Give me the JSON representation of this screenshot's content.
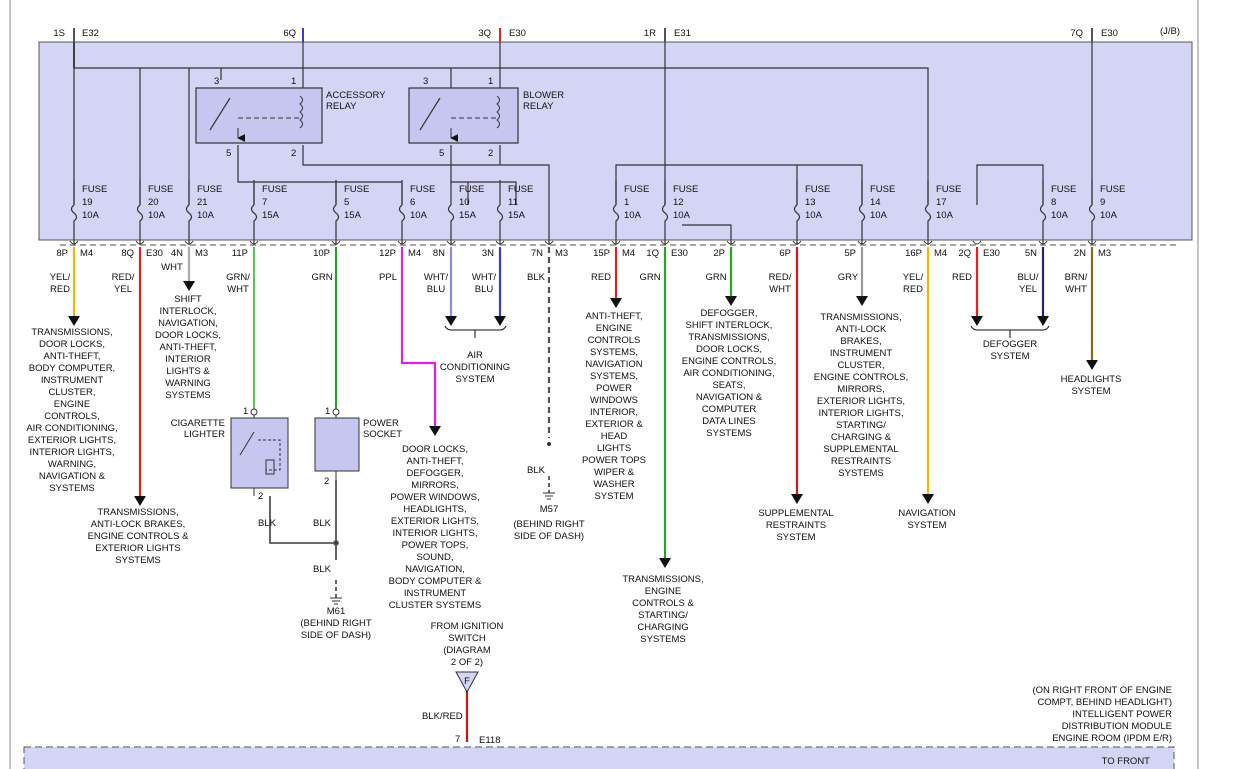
{
  "colors": {
    "box_fill": "#d4d4f4",
    "box_stroke": "#555555",
    "yel_red": "#f4b400",
    "red": "#e8201c",
    "grn": "#2ca02c",
    "blu": "#3a3ad8",
    "ppl": "#e020e0",
    "blk": "#555555",
    "gry": "#9a9a9a",
    "brn": "#8b6914",
    "blk_red": "#c81818",
    "red_wht": "#d81818"
  },
  "jb": "(J/B)",
  "top_pins": [
    {
      "pin": "1S",
      "conn": "E32"
    },
    {
      "pin": "6Q",
      "conn": ""
    },
    {
      "pin": "3Q",
      "conn": "E30"
    },
    {
      "pin": "1R",
      "conn": "E31"
    },
    {
      "pin": "7Q",
      "conn": "E30"
    }
  ],
  "relays": [
    {
      "name": "ACCESSORY",
      "name2": "RELAY",
      "p3": "3",
      "p1": "1",
      "p5": "5",
      "p2": "2"
    },
    {
      "name": "BLOWER",
      "name2": "RELAY",
      "p3": "3",
      "p1": "1",
      "p5": "5",
      "p2": "2"
    }
  ],
  "fuses": [
    {
      "label": "FUSE",
      "num": "19",
      "amp": "10A"
    },
    {
      "label": "FUSE",
      "num": "20",
      "amp": "10A"
    },
    {
      "label": "FUSE",
      "num": "21",
      "amp": "10A"
    },
    {
      "label": "FUSE",
      "num": "7",
      "amp": "15A"
    },
    {
      "label": "FUSE",
      "num": "5",
      "amp": "15A"
    },
    {
      "label": "FUSE",
      "num": "6",
      "amp": "10A"
    },
    {
      "label": "FUSE",
      "num": "10",
      "amp": "15A"
    },
    {
      "label": "FUSE",
      "num": "11",
      "amp": "15A"
    },
    {
      "label": "FUSE",
      "num": "1",
      "amp": "10A"
    },
    {
      "label": "FUSE",
      "num": "12",
      "amp": "10A"
    },
    {
      "label": "FUSE",
      "num": "13",
      "amp": "10A"
    },
    {
      "label": "FUSE",
      "num": "14",
      "amp": "10A"
    },
    {
      "label": "FUSE",
      "num": "17",
      "amp": "10A"
    },
    {
      "label": "FUSE",
      "num": "8",
      "amp": "10A"
    },
    {
      "label": "FUSE",
      "num": "9",
      "amp": "10A"
    }
  ],
  "bottom_pins": [
    {
      "pin": "8P",
      "conn": "M4"
    },
    {
      "pin": "8Q",
      "conn": "E30"
    },
    {
      "pin": "4N",
      "conn": "M3"
    },
    {
      "pin": "11P",
      "conn": ""
    },
    {
      "pin": "10P",
      "conn": ""
    },
    {
      "pin": "12P",
      "conn": "M4"
    },
    {
      "pin": "8N",
      "conn": ""
    },
    {
      "pin": "3N",
      "conn": ""
    },
    {
      "pin": "7N",
      "conn": "M3"
    },
    {
      "pin": "15P",
      "conn": "M4"
    },
    {
      "pin": "1Q",
      "conn": "E30"
    },
    {
      "pin": "2P",
      "conn": ""
    },
    {
      "pin": "6P",
      "conn": ""
    },
    {
      "pin": "5P",
      "conn": ""
    },
    {
      "pin": "16P",
      "conn": "M4"
    },
    {
      "pin": "2Q",
      "conn": "E30"
    },
    {
      "pin": "5N",
      "conn": ""
    },
    {
      "pin": "2N",
      "conn": "M3"
    }
  ],
  "wire_colors": {
    "w8p": [
      "YEL/",
      "RED"
    ],
    "w8q": [
      "RED/",
      "YEL"
    ],
    "w4n": [
      "WHT"
    ],
    "w11p": [
      "GRN/",
      "WHT"
    ],
    "w10p": [
      "GRN"
    ],
    "w12p": [
      "PPL"
    ],
    "w8n": [
      "WHT/",
      "BLU"
    ],
    "w3n": [
      "WHT/",
      "BLU"
    ],
    "w7n": [
      "BLK"
    ],
    "w15p": [
      "RED"
    ],
    "w1q": [
      "GRN"
    ],
    "w2p": [
      "GRN"
    ],
    "w6p": [
      "RED/",
      "WHT"
    ],
    "w5p": [
      "GRY"
    ],
    "w16p": [
      "YEL/",
      "RED"
    ],
    "w2q": [
      "RED"
    ],
    "w5n": [
      "BLU/",
      "YEL"
    ],
    "w2n": [
      "BRN/",
      "WHT"
    ]
  },
  "destinations": {
    "d8p": [
      "TRANSMISSIONS,",
      "DOOR LOCKS,",
      "ANTI-THEFT,",
      "BODY COMPUTER,",
      "INSTRUMENT",
      "CLUSTER,",
      "ENGINE",
      "CONTROLS,",
      "AIR CONDITIONING,",
      "EXTERIOR LIGHTS,",
      "INTERIOR LIGHTS,",
      "WARNING,",
      "NAVIGATION &",
      "SYSTEMS"
    ],
    "d8q": [
      "TRANSMISSIONS,",
      "ANTI-LOCK BRAKES,",
      "ENGINE CONTROLS &",
      "EXTERIOR LIGHTS",
      "SYSTEMS"
    ],
    "d4n": [
      "SHIFT",
      "INTERLOCK,",
      "NAVIGATION,",
      "DOOR LOCKS,",
      "ANTI-THEFT,",
      "INTERIOR",
      "LIGHTS &",
      "WARNING",
      "SYSTEMS"
    ],
    "d12p": [
      "DOOR LOCKS,",
      "ANTI-THEFT,",
      "DEFOGGER,",
      "MIRRORS,",
      "POWER WINDOWS,",
      "HEADLIGHTS,",
      "EXTERIOR LIGHTS,",
      "INTERIOR LIGHTS,",
      "POWER TOPS,",
      "SOUND,",
      "NAVIGATION,",
      "BODY COMPUTER &",
      "INSTRUMENT",
      "CLUSTER SYSTEMS"
    ],
    "dac": [
      "AIR",
      "CONDITIONING",
      "SYSTEM"
    ],
    "d15p": [
      "ANTI-THEFT,",
      "ENGINE",
      "CONTROLS",
      "SYSTEMS,",
      "NAVIGATION",
      "SYSTEMS,",
      "POWER",
      "WINDOWS",
      "INTERIOR,",
      "EXTERIOR &",
      "HEAD",
      "LIGHTS",
      "POWER TOPS",
      "WIPER &",
      "WASHER",
      "SYSTEM"
    ],
    "d1q": [
      "TRANSMISSIONS,",
      "ENGINE",
      "CONTROLS &",
      "STARTING/",
      "CHARGING",
      "SYSTEMS"
    ],
    "d2p": [
      "DEFOGGER,",
      "SHIFT INTERLOCK,",
      "TRANSMISSIONS,",
      "DOOR LOCKS,",
      "ENGINE CONTROLS,",
      "AIR CONDITIONING,",
      "SEATS,",
      "NAVIGATION &",
      "COMPUTER",
      "DATA LINES",
      "SYSTEMS"
    ],
    "d6p": [
      "SUPPLEMENTAL",
      "RESTRAINTS",
      "SYSTEM"
    ],
    "d5p": [
      "TRANSMISSIONS,",
      "ANTI-LOCK",
      "BRAKES,",
      "INSTRUMENT",
      "CLUSTER,",
      "ENGINE CONTROLS,",
      "MIRRORS,",
      "EXTERIOR LIGHTS,",
      "INTERIOR LIGHTS,",
      "STARTING/",
      "CHARGING &",
      "SUPPLEMENTAL",
      "RESTRAINTS",
      "SYSTEMS"
    ],
    "d16p": [
      "NAVIGATION",
      "SYSTEM"
    ],
    "ddef": [
      "DEFOGGER",
      "SYSTEM"
    ],
    "d2n": [
      "HEADLIGHTS",
      "SYSTEM"
    ]
  },
  "components": {
    "cig": {
      "name": [
        "CIGARETTE",
        "LIGHTER"
      ],
      "p1": "1",
      "p2": "2",
      "wire": "BLK"
    },
    "ps": {
      "name": [
        "POWER",
        "SOCKET"
      ],
      "p1": "1",
      "p2": "2",
      "wire": "BLK"
    },
    "blk2": "BLK",
    "m61": [
      "M61",
      "(BEHIND RIGHT",
      "SIDE OF DASH)"
    ],
    "m57": [
      "M57",
      "(BEHIND RIGHT",
      "SIDE OF DASH)"
    ],
    "blk_m57": "BLK"
  },
  "ignition": {
    "text": [
      "FROM IGNITION",
      "SWITCH",
      "(DIAGRAM",
      "2 OF 2)"
    ],
    "flag": "F",
    "wire": "BLK/RED",
    "pin": "7",
    "conn": "E118"
  },
  "ipdm": [
    "(ON RIGHT FRONT OF ENGINE",
    "COMPT, BEHIND HEADLIGHT)",
    "INTELLIGENT POWER",
    "DISTRIBUTION MODULE",
    "ENGINE ROOM (IPDM E/R)"
  ],
  "to_front": "TO FRONT"
}
